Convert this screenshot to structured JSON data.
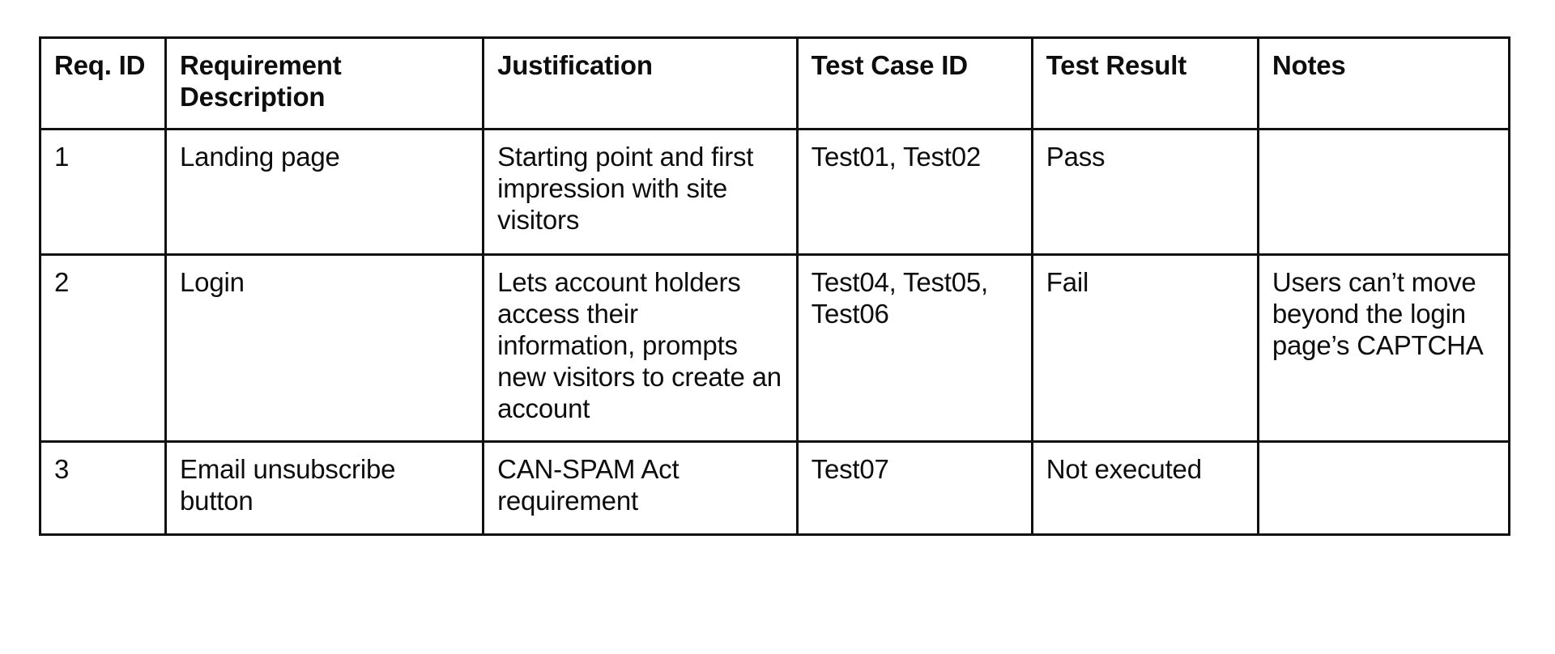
{
  "document": {
    "type": "requirements-traceability-table",
    "background_color": "#ffffff",
    "border_color": "#111111",
    "text_color": "#0d0d0d"
  },
  "table": {
    "columns": [
      {
        "key": "req_id",
        "label": "Req. ID"
      },
      {
        "key": "description",
        "label": "Requirement Description"
      },
      {
        "key": "justification",
        "label": "Justification"
      },
      {
        "key": "test_case_id",
        "label": "Test Case ID"
      },
      {
        "key": "test_result",
        "label": "Test Result"
      },
      {
        "key": "notes",
        "label": "Notes"
      }
    ],
    "rows": [
      {
        "req_id": "1",
        "description": "Landing page",
        "justification": "Starting point and first impression with site visitors",
        "test_case_id": "Test01, Test02",
        "test_result": "Pass",
        "notes": ""
      },
      {
        "req_id": "2",
        "description": "Login",
        "justification": "Lets account holders access their information, prompts new visitors to create an account",
        "test_case_id": "Test04, Test05, Test06",
        "test_result": "Fail",
        "notes": "Users can’t move beyond the login page’s CAPTCHA"
      },
      {
        "req_id": "3",
        "description": "Email unsubscribe button",
        "justification": "CAN-SPAM Act requirement",
        "test_case_id": "Test07",
        "test_result": "Not executed",
        "notes": ""
      }
    ]
  }
}
